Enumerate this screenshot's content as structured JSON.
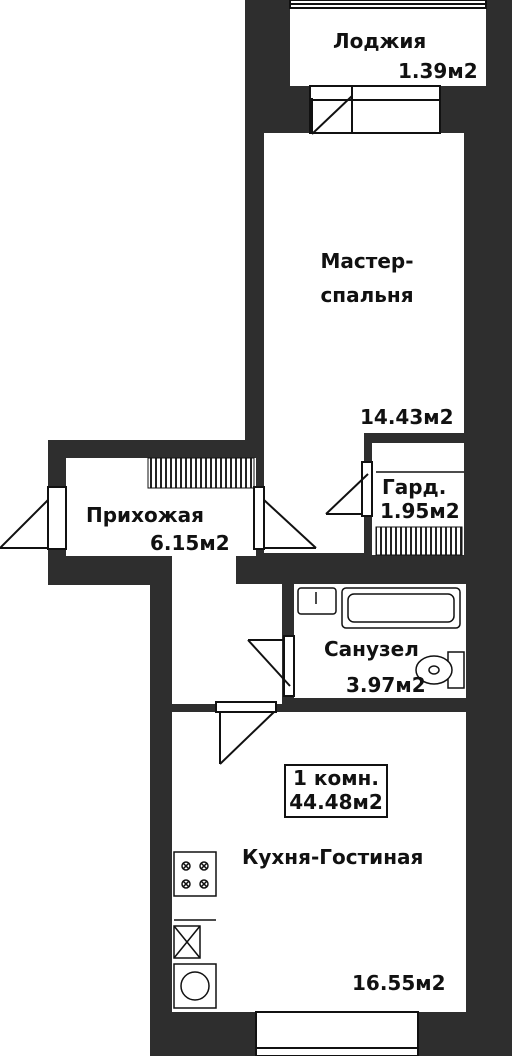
{
  "rooms": {
    "loggia": {
      "name": "Лоджия",
      "area": "1.39м2"
    },
    "master_bedroom": {
      "name_line1": "Мастер-",
      "name_line2": "спальня",
      "area": "14.43м2"
    },
    "wardrobe": {
      "name": "Гард.",
      "area": "1.95м2"
    },
    "hallway": {
      "name": "Прихожая",
      "area": "6.15м2"
    },
    "bathroom": {
      "name": "Санузел",
      "area": "3.97м2"
    },
    "kitchen_living": {
      "name": "Кухня-Гостиная",
      "area": "16.55м2"
    }
  },
  "summary": {
    "rooms": "1 комн.",
    "total_area": "44.48м2"
  },
  "colors": {
    "wall": "#2e2e2e",
    "floor": "#ffffff",
    "line": "#111111"
  },
  "icons": [
    "sink-icon",
    "bathtub-icon",
    "toilet-icon",
    "stove-icon",
    "dishwasher-icon",
    "washing-machine-icon",
    "door-swing-icon",
    "window-icon",
    "wardrobe-rail-icon"
  ]
}
